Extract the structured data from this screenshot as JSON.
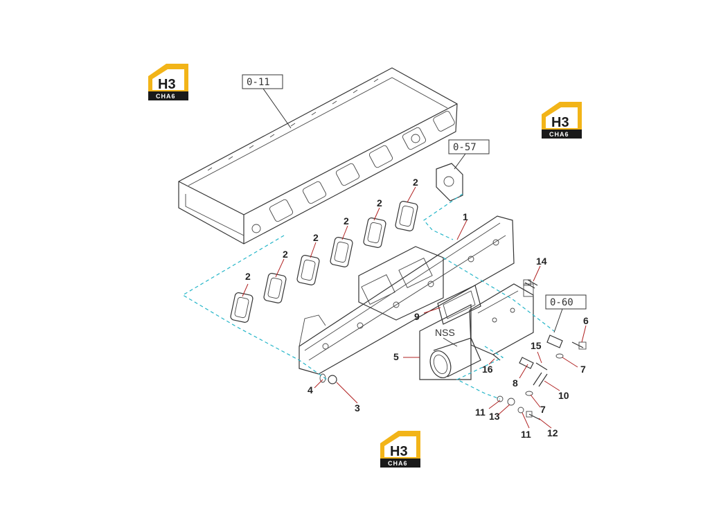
{
  "ref_labels": {
    "cylinder_head": "0-11",
    "egr_cooler": "0-57",
    "pipe_ref": "0-60"
  },
  "nss_label": "NSS",
  "part_numbers": {
    "p1": "1",
    "p2a": "2",
    "p2b": "2",
    "p2c": "2",
    "p2d": "2",
    "p2e": "2",
    "p2f": "2",
    "p3": "3",
    "p4": "4",
    "p5": "5",
    "p6": "6",
    "p7a": "7",
    "p7b": "7",
    "p8": "8",
    "p9": "9",
    "p10": "10",
    "p11a": "11",
    "p11b": "11",
    "p12": "12",
    "p13": "13",
    "p14": "14",
    "p15": "15",
    "p16": "16"
  },
  "watermark": {
    "top_text": "H3",
    "bottom_text": "CHA6",
    "brand_color": "#f2b418",
    "dark_color": "#1a1a1a"
  },
  "colors": {
    "cyan_lines": "#23b5c8",
    "leader_red": "#b02020"
  }
}
